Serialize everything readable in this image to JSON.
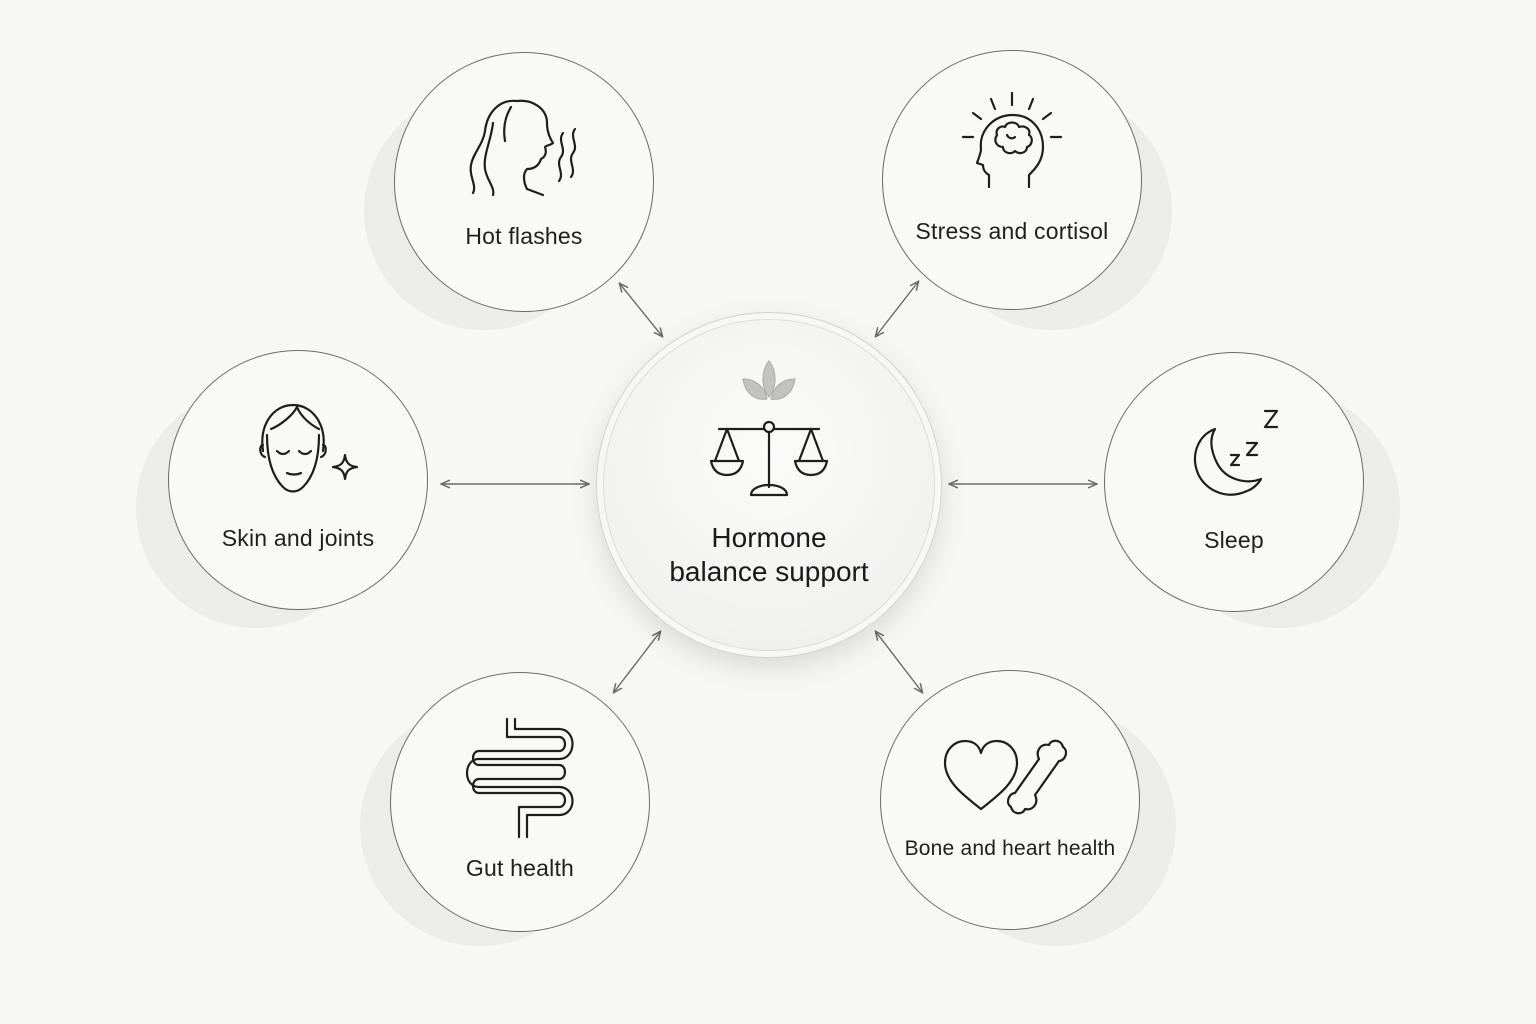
{
  "diagram": {
    "center": {
      "title_line1": "Hormone",
      "title_line2": "balance support",
      "icon": "balance-scale-with-leaves-icon"
    },
    "nodes": [
      {
        "id": "hot-flashes",
        "label": "Hot flashes",
        "icon": "woman-heat-waves-icon"
      },
      {
        "id": "stress-cortisol",
        "label": "Stress and cortisol",
        "icon": "head-brain-radiating-icon"
      },
      {
        "id": "skin-joints",
        "label": "Skin and joints",
        "icon": "face-sparkle-icon"
      },
      {
        "id": "sleep",
        "label": "Sleep",
        "icon": "moon-zzz-icon"
      },
      {
        "id": "gut-health",
        "label": "Gut health",
        "icon": "intestine-icon"
      },
      {
        "id": "bone-heart",
        "label": "Bone and heart health",
        "icon": "heart-bone-icon"
      }
    ],
    "connector_style": "bidirectional-arrow",
    "colors": {
      "background": "#f7f7f5",
      "outline": "#6b6b6b",
      "text": "#1e1e1e",
      "leaf": "#b5b5b5"
    }
  }
}
